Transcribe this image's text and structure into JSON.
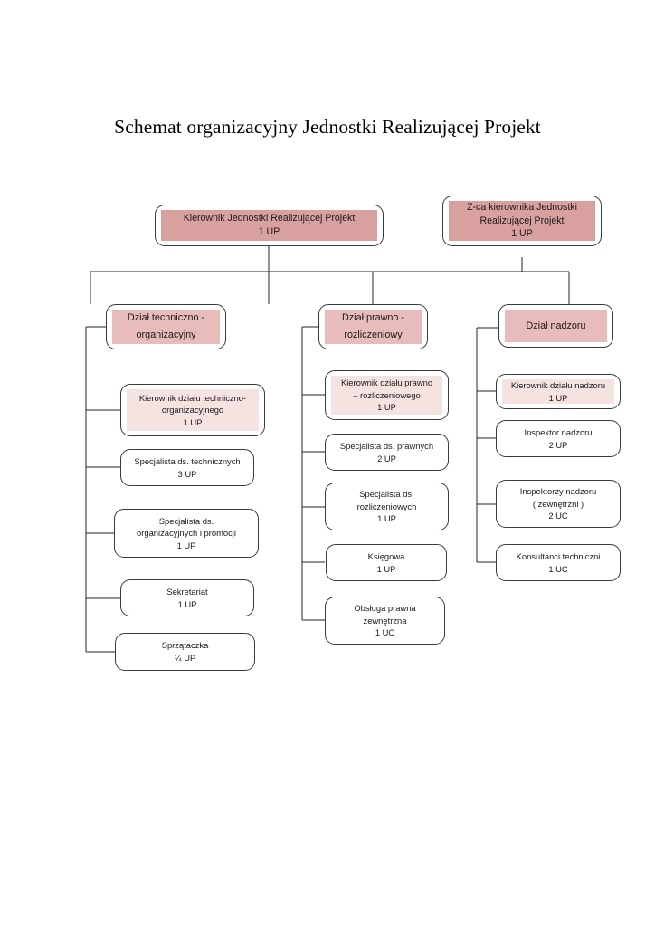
{
  "page": {
    "title": "Schemat organizacyjny Jednostki Realizującej Projekt",
    "background_color": "#ffffff"
  },
  "colors": {
    "accent_rose": "#d9a0a0",
    "accent_pink": "#e8bcbb",
    "accent_blush": "#f5e3e2",
    "border": "#3a3a3a",
    "connector": "#262626",
    "text": "#1a1a1a"
  },
  "chart_data": {
    "type": "diagram",
    "title": "Schemat organizacyjny Jednostki Realizującej Projekt",
    "orientation": "top-down-org-chart"
  },
  "top_level": [
    {
      "id": "kierownik-jrp",
      "lines": [
        "Kierownik Jednostki Realizującej Projekt",
        "1 UP"
      ],
      "role": "Kierownik Jednostki Realizującej Projekt",
      "staffing": "1 UP",
      "fill": "rose"
    },
    {
      "id": "zastepca-kierownika-jrp",
      "lines": [
        "Z-ca kierownika Jednostki",
        "Realizującej Projekt",
        "1 UP"
      ],
      "role": "Z-ca kierownika Jednostki Realizującej Projekt",
      "staffing": "1 UP",
      "fill": "rose"
    }
  ],
  "departments": [
    {
      "id": "dzial-techniczno-organizacyjny",
      "lines": [
        "Dział techniczno -",
        "organizacyjny"
      ],
      "name": "Dział techniczno - organizacyjny",
      "fill": "pink",
      "children": [
        {
          "id": "kierownik-dzialu-techniczno-organizacyjnego",
          "lines": [
            "Kierownik działu techniczno-",
            "organizacyjnego",
            "1 UP"
          ],
          "role": "Kierownik działu techniczno-organizacyjnego",
          "staffing": "1 UP",
          "fill": "blush"
        },
        {
          "id": "specjalista-ds-technicznych",
          "lines": [
            "Specjalista ds. technicznych",
            "3 UP"
          ],
          "role": "Specjalista ds. technicznych",
          "staffing": "3 UP",
          "fill": "none"
        },
        {
          "id": "specjalista-ds-organizacyjnych-i-promocji",
          "lines": [
            "Specjalista ds.",
            "organizacyjnych i promocji",
            "1 UP"
          ],
          "role": "Specjalista ds. organizacyjnych i promocji",
          "staffing": "1 UP",
          "fill": "none"
        },
        {
          "id": "sekretariat",
          "lines": [
            "Sekretariat",
            "1 UP"
          ],
          "role": "Sekretariat",
          "staffing": "1 UP",
          "fill": "none"
        },
        {
          "id": "sprzataczka",
          "lines": [
            "Sprzątaczka",
            "¼ UP"
          ],
          "role": "Sprzątaczka",
          "staffing": "¼ UP",
          "fill": "none"
        }
      ]
    },
    {
      "id": "dzial-prawno-rozliczeniowy",
      "lines": [
        "Dział prawno -",
        "rozliczeniowy"
      ],
      "name": "Dział prawno - rozliczeniowy",
      "fill": "pink",
      "children": [
        {
          "id": "kierownik-dzialu-prawno-rozliczeniowego",
          "lines": [
            "Kierownik działu prawno",
            "– rozliczeniowego",
            "1 UP"
          ],
          "role": "Kierownik działu prawno – rozliczeniowego",
          "staffing": "1 UP",
          "fill": "blush"
        },
        {
          "id": "specjalista-ds-prawnych",
          "lines": [
            "Specjalista ds. prawnych",
            "2 UP"
          ],
          "role": "Specjalista ds. prawnych",
          "staffing": "2 UP",
          "fill": "none"
        },
        {
          "id": "specjalista-ds-rozliczeniowych",
          "lines": [
            "Specjalista ds.",
            "rozliczeniowych",
            "1 UP"
          ],
          "role": "Specjalista ds. rozliczeniowych",
          "staffing": "1 UP",
          "fill": "none"
        },
        {
          "id": "ksiegowa",
          "lines": [
            "Księgowa",
            "1 UP"
          ],
          "role": "Księgowa",
          "staffing": "1 UP",
          "fill": "none"
        },
        {
          "id": "obsluga-prawna-zewnetrzna",
          "lines": [
            "Obsługa prawna",
            "zewnętrzna",
            "1 UC"
          ],
          "role": "Obsługa prawna zewnętrzna",
          "staffing": "1 UC",
          "fill": "none"
        }
      ]
    },
    {
      "id": "dzial-nadzoru",
      "lines": [
        "Dział nadzoru"
      ],
      "name": "Dział nadzoru",
      "fill": "pink",
      "children": [
        {
          "id": "kierownik-dzialu-nadzoru",
          "lines": [
            "Kierownik działu nadzoru",
            "1 UP"
          ],
          "role": "Kierownik działu nadzoru",
          "staffing": "1 UP",
          "fill": "blush"
        },
        {
          "id": "inspektor-nadzoru",
          "lines": [
            "Inspektor nadzoru",
            "2 UP"
          ],
          "role": "Inspektor nadzoru",
          "staffing": "2 UP",
          "fill": "none"
        },
        {
          "id": "inspektorzy-nadzoru-zewnetrzni",
          "lines": [
            "Inspektorzy nadzoru",
            "( zewnętrzni )",
            "2 UC"
          ],
          "role": "Inspektorzy nadzoru ( zewnętrzni )",
          "staffing": "2 UC",
          "fill": "none"
        },
        {
          "id": "konsultanci-techniczni",
          "lines": [
            "Konsultanci techniczni",
            "1 UC"
          ],
          "role": "Konsultanci techniczni",
          "staffing": "1 UC",
          "fill": "none"
        }
      ]
    }
  ]
}
